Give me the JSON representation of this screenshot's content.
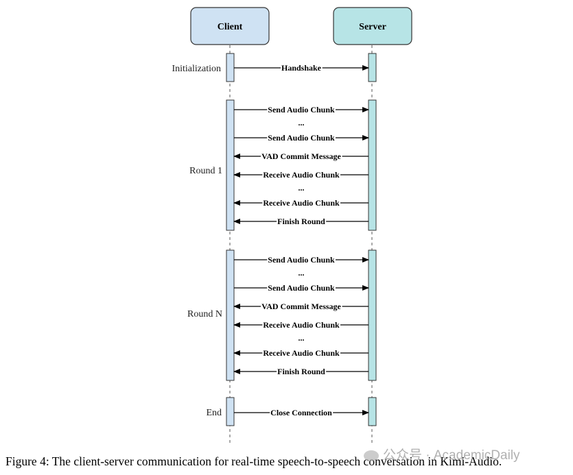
{
  "actors": {
    "client": "Client",
    "server": "Server"
  },
  "phases": [
    {
      "label": "Initialization",
      "messages": [
        {
          "text": "Handshake",
          "dir": "right"
        }
      ]
    },
    {
      "label": "Round 1",
      "messages": [
        {
          "text": "Send Audio Chunk",
          "dir": "right"
        },
        {
          "text": "...",
          "dir": "none"
        },
        {
          "text": "Send Audio Chunk",
          "dir": "right"
        },
        {
          "text": "VAD Commit Message",
          "dir": "left"
        },
        {
          "text": "Receive Audio Chunk",
          "dir": "left"
        },
        {
          "text": "...",
          "dir": "none"
        },
        {
          "text": "Receive Audio Chunk",
          "dir": "left"
        },
        {
          "text": "Finish Round",
          "dir": "left"
        }
      ]
    },
    {
      "label": "Round N",
      "messages": [
        {
          "text": "Send Audio Chunk",
          "dir": "right"
        },
        {
          "text": "...",
          "dir": "none"
        },
        {
          "text": "Send Audio Chunk",
          "dir": "right"
        },
        {
          "text": "VAD Commit Message",
          "dir": "left"
        },
        {
          "text": "Receive Audio Chunk",
          "dir": "left"
        },
        {
          "text": "...",
          "dir": "none"
        },
        {
          "text": "Receive Audio Chunk",
          "dir": "left"
        },
        {
          "text": "Finish Round",
          "dir": "left"
        }
      ]
    },
    {
      "label": "End",
      "messages": [
        {
          "text": "Close Connection",
          "dir": "right"
        }
      ]
    }
  ],
  "caption": "Figure 4: The client-server communication for real-time speech-to-speech conversation in Kimi-Audio.",
  "watermark": "公众号 · AcademicDaily",
  "colors": {
    "client_fill": "#cfe2f3",
    "server_fill": "#b7e4e6"
  }
}
